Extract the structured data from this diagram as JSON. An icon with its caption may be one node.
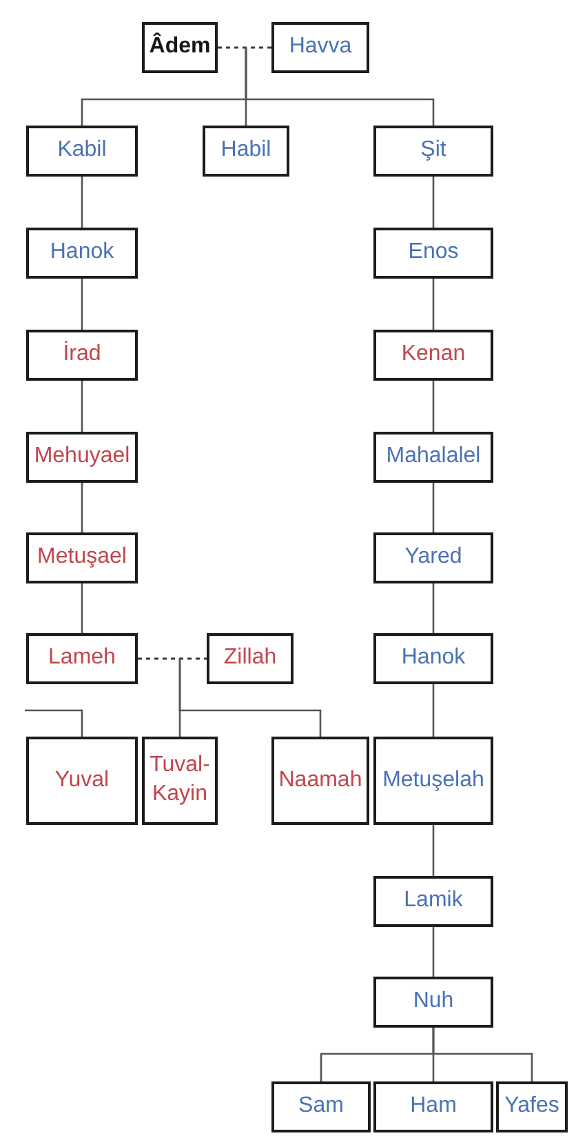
{
  "diagram": {
    "nodes": [
      {
        "text": [
          "Âdem"
        ]
      },
      {
        "text": [
          "Havva"
        ]
      },
      {
        "text": [
          "Kabil"
        ]
      },
      {
        "text": [
          "Habil"
        ]
      },
      {
        "text": [
          "Şit"
        ]
      },
      {
        "text": [
          "Hanok"
        ]
      },
      {
        "text": [
          "Enos"
        ]
      },
      {
        "text": [
          "İrad"
        ]
      },
      {
        "text": [
          "Kenan"
        ]
      },
      {
        "text": [
          "Mehuyael"
        ]
      },
      {
        "text": [
          "Mahalalel"
        ]
      },
      {
        "text": [
          "Metuşael"
        ]
      },
      {
        "text": [
          "Yared"
        ]
      },
      {
        "text": [
          "Lameh"
        ]
      },
      {
        "text": [
          "Zillah"
        ]
      },
      {
        "text": [
          "Hanok"
        ]
      },
      {
        "text": [
          "Yuval"
        ]
      },
      {
        "text": [
          "Tuval-Kayin"
        ]
      },
      {
        "text": [
          "Naamah"
        ]
      },
      {
        "text": [
          "Metuşelah"
        ]
      },
      {
        "text": [
          "Lamik"
        ]
      },
      {
        "text": [
          "Nuh"
        ]
      },
      {
        "text": [
          "Sam"
        ]
      },
      {
        "text": [
          "Ham"
        ]
      },
      {
        "text": [
          "Yafes"
        ]
      }
    ],
    "edges": [
      {
        "from": 0,
        "to": 1,
        "arrow": "none",
        "style": "dashed"
      },
      {
        "from": null,
        "to": 2,
        "arrow": "none"
      },
      {
        "from": null,
        "to": 3,
        "arrow": "none"
      },
      {
        "from": null,
        "to": 4,
        "arrow": "none"
      },
      {
        "from": 2,
        "to": 5,
        "arrow": "none"
      },
      {
        "from": 5,
        "to": 7,
        "arrow": "none"
      },
      {
        "from": 7,
        "to": 9,
        "arrow": "none"
      },
      {
        "from": 9,
        "to": 11,
        "arrow": "none"
      },
      {
        "from": 11,
        "to": 13,
        "arrow": "none"
      },
      {
        "from": 4,
        "to": 6,
        "arrow": "none"
      },
      {
        "from": 6,
        "to": 8,
        "arrow": "none"
      },
      {
        "from": 8,
        "to": 10,
        "arrow": "none"
      },
      {
        "from": 10,
        "to": 12,
        "arrow": "none"
      },
      {
        "from": 12,
        "to": 15,
        "arrow": "none"
      },
      {
        "from": 15,
        "to": 19,
        "arrow": "none"
      },
      {
        "from": 19,
        "to": 20,
        "arrow": "none"
      },
      {
        "from": 20,
        "to": 21,
        "arrow": "none"
      },
      {
        "from": 13,
        "to": 14,
        "arrow": "none",
        "style": "dashed"
      },
      {
        "from": null,
        "to": 16,
        "arrow": "none"
      },
      {
        "from": null,
        "to": 17,
        "arrow": "none"
      },
      {
        "from": null,
        "to": 18,
        "arrow": "none"
      },
      {
        "from": 21,
        "to": 22,
        "arrow": "none"
      },
      {
        "from": 21,
        "to": 23,
        "arrow": "none"
      },
      {
        "from": 21,
        "to": 24,
        "arrow": "none"
      }
    ]
  }
}
